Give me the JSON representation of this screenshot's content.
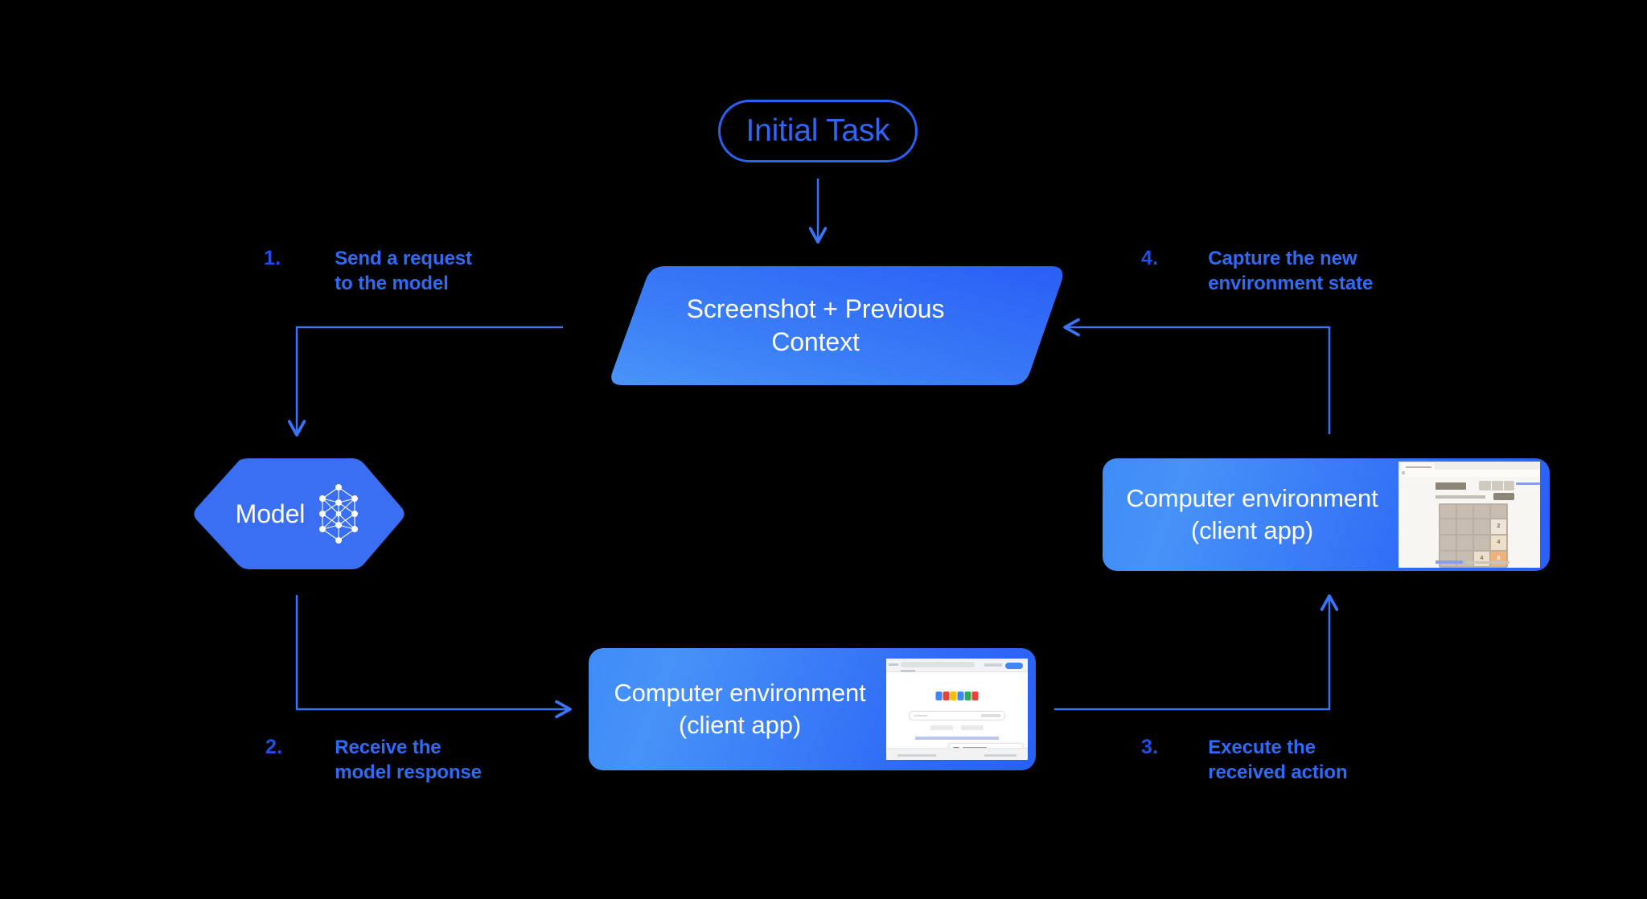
{
  "diagram": {
    "title_node": {
      "label": "Initial Task",
      "shape": "rounded-pill-outline",
      "stroke_color": "#2b62f6",
      "text_color": "#2f66f7"
    },
    "context_node": {
      "label_line1": "Screenshot + Previous",
      "label_line2": "Context",
      "shape": "parallelogram",
      "gradient_from": "#4792f8",
      "gradient_to": "#2a60f5",
      "text_color": "#ffffff"
    },
    "model_node": {
      "label": "Model",
      "shape": "hexagon",
      "fill_color": "#3a6ff3",
      "icon": "neural-network-icon",
      "text_color": "#ffffff"
    },
    "env_node_right": {
      "label_line1": "Computer environment",
      "label_line2": "(client app)",
      "thumbnail": "2048-game-screenshot",
      "gradient_from": "#4792f8",
      "gradient_to": "#2a60f5"
    },
    "env_node_bottom": {
      "label_line1": "Computer environment",
      "label_line2": "(client app)",
      "thumbnail": "google-search-screenshot",
      "gradient_from": "#4792f8",
      "gradient_to": "#2a60f5"
    },
    "steps": [
      {
        "number": "1.",
        "text": "Send a request\nto the model"
      },
      {
        "number": "2.",
        "text": "Receive the\nmodel response"
      },
      {
        "number": "3.",
        "text": "Execute the\nreceived action"
      },
      {
        "number": "4.",
        "text": "Capture the new\nenvironment state"
      }
    ],
    "connector_color": "#3a74f7",
    "background_color": "#000000"
  },
  "thumbnails": {
    "game_2048": {
      "site_title": "2048.org",
      "grid": [
        [
          "",
          "",
          "",
          ""
        ],
        [
          "",
          "",
          "",
          "2"
        ],
        [
          "",
          "",
          "",
          "4"
        ],
        [
          "",
          "",
          "4",
          "8"
        ]
      ],
      "tile_colors": {
        "2": "#eee4da",
        "4": "#ede0c8",
        "8": "#f2b179"
      }
    },
    "google": {
      "logo_letters": [
        "G",
        "o",
        "o",
        "g",
        "l",
        "e"
      ],
      "logo_colors": [
        "#4285f4",
        "#ea4335",
        "#fbbc05",
        "#4285f4",
        "#34a853",
        "#ea4335"
      ],
      "accent_color": "#4285f4"
    }
  }
}
